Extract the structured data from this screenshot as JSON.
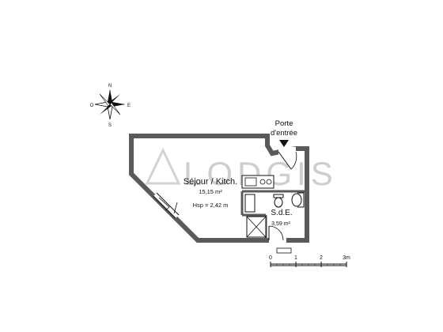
{
  "compass": {
    "north": "N",
    "south": "S",
    "east": "E",
    "west": "O"
  },
  "watermark": "LODGIS",
  "entrance": {
    "label_line1": "Porte",
    "label_line2": "d'entrée"
  },
  "rooms": {
    "living": {
      "name": "Séjour / Kitch.",
      "area": "15,15 m²",
      "height": "Hsp = 2,42 m"
    },
    "bathroom": {
      "name": "S.d.E.",
      "area": "3,59 m²"
    }
  },
  "scale": {
    "ticks": [
      "0",
      "1",
      "2",
      "3m"
    ]
  },
  "colors": {
    "wall": "#5a5a5a",
    "line": "#111111",
    "watermark": "#c9c9c9"
  }
}
